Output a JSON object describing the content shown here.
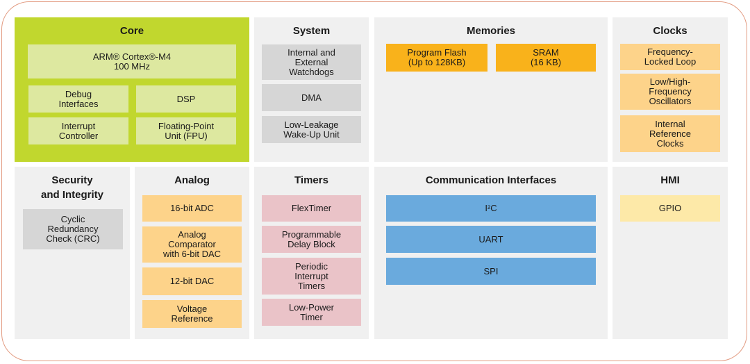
{
  "colors": {
    "frame": "#e29a80",
    "panel": "#f0f0f0",
    "core_panel": "#c1d72e",
    "core_block": "#dde8a0",
    "system_block": "#d6d6d6",
    "memory_block": "#f9b21b",
    "clock_analog_block": "#fdd38a",
    "timer_block": "#eac3c8",
    "comm_block": "#6aaadd",
    "hmi_block": "#fde9a8"
  },
  "core": {
    "title": "Core",
    "items": [
      "ARM® Cortex®-M4\n100 MHz",
      "Debug\nInterfaces",
      "DSP",
      "Interrupt\nController",
      "Floating-Point\nUnit (FPU)"
    ]
  },
  "system": {
    "title": "System",
    "items": [
      "Internal and\nExternal\nWatchdogs",
      "DMA",
      "Low-Leakage\nWake-Up Unit"
    ]
  },
  "memories": {
    "title": "Memories",
    "items": [
      "Program Flash\n(Up to 128KB)",
      "SRAM\n(16 KB)"
    ]
  },
  "clocks": {
    "title": "Clocks",
    "items": [
      "Frequency-\nLocked Loop",
      "Low/High-\nFrequency\nOscillators",
      "Internal\nReference\nClocks"
    ]
  },
  "security": {
    "title": "Security\nand Integrity",
    "items": [
      "Cyclic\nRedundancy\nCheck (CRC)"
    ]
  },
  "analog": {
    "title": "Analog",
    "items": [
      "16-bit ADC",
      "Analog\nComparator\nwith 6-bit DAC",
      "12-bit DAC",
      "Voltage\nReference"
    ]
  },
  "timers": {
    "title": "Timers",
    "items": [
      "FlexTimer",
      "Programmable\nDelay Block",
      "Periodic\nInterrupt\nTimers",
      "Low-Power\nTimer"
    ]
  },
  "communication": {
    "title": "Communication Interfaces",
    "items": [
      "I²C",
      "UART",
      "SPI"
    ]
  },
  "hmi": {
    "title": "HMI",
    "items": [
      "GPIO"
    ]
  }
}
